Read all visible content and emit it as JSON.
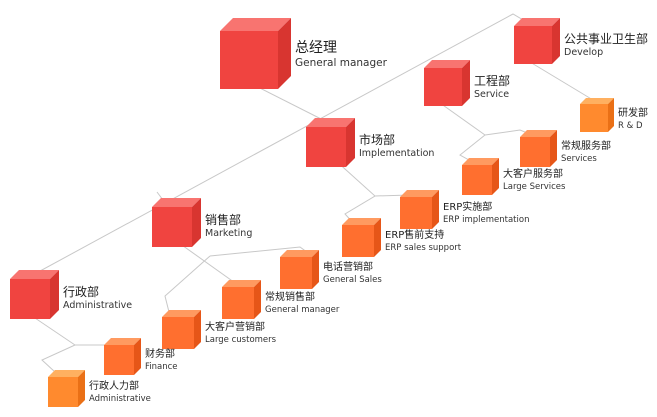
{
  "colors": {
    "line": "#c8c8c8",
    "red_front": "#f04440",
    "red_top": "#f87470",
    "red_side": "#d83530",
    "orange_front": "#ff6f2f",
    "orange_top": "#ff9a60",
    "orange_side": "#e65618",
    "amber_front": "#ff8a2e",
    "amber_top": "#ffb060",
    "amber_side": "#ea7016"
  },
  "nodes": [
    {
      "id": "general-manager",
      "zh": "总经理",
      "en": "General manager",
      "tone": "red"
    },
    {
      "id": "develop",
      "zh": "公共事业卫生部",
      "en": "Develop",
      "tone": "red"
    },
    {
      "id": "service",
      "zh": "工程部",
      "en": "Service",
      "tone": "red"
    },
    {
      "id": "rnd",
      "zh": "研发部",
      "en": "R & D",
      "tone": "amber"
    },
    {
      "id": "services",
      "zh": "常规服务部",
      "en": "Services",
      "tone": "orange"
    },
    {
      "id": "large-services",
      "zh": "大客户服务部",
      "en": "Large Services",
      "tone": "orange"
    },
    {
      "id": "implementation",
      "zh": "市场部",
      "en": "Implementation",
      "tone": "red"
    },
    {
      "id": "erp-implementation",
      "zh": "ERP实施部",
      "en": "ERP implementation",
      "tone": "orange"
    },
    {
      "id": "erp-sales-support",
      "zh": "ERP售前支持",
      "en": "ERP sales support",
      "tone": "orange"
    },
    {
      "id": "marketing",
      "zh": "销售部",
      "en": "Marketing",
      "tone": "red"
    },
    {
      "id": "general-sales",
      "zh": "电话营销部",
      "en": "General Sales",
      "tone": "orange"
    },
    {
      "id": "general-manager-sales",
      "zh": "常规销售部",
      "en": "General manager",
      "tone": "orange"
    },
    {
      "id": "large-customers",
      "zh": "大客户营销部",
      "en": "Large customers",
      "tone": "orange"
    },
    {
      "id": "administrative",
      "zh": "行政部",
      "en": "Administrative",
      "tone": "red"
    },
    {
      "id": "finance",
      "zh": "财务部",
      "en": "Finance",
      "tone": "orange"
    },
    {
      "id": "hr",
      "zh": "行政人力部",
      "en": "Administrative",
      "tone": "amber"
    }
  ]
}
